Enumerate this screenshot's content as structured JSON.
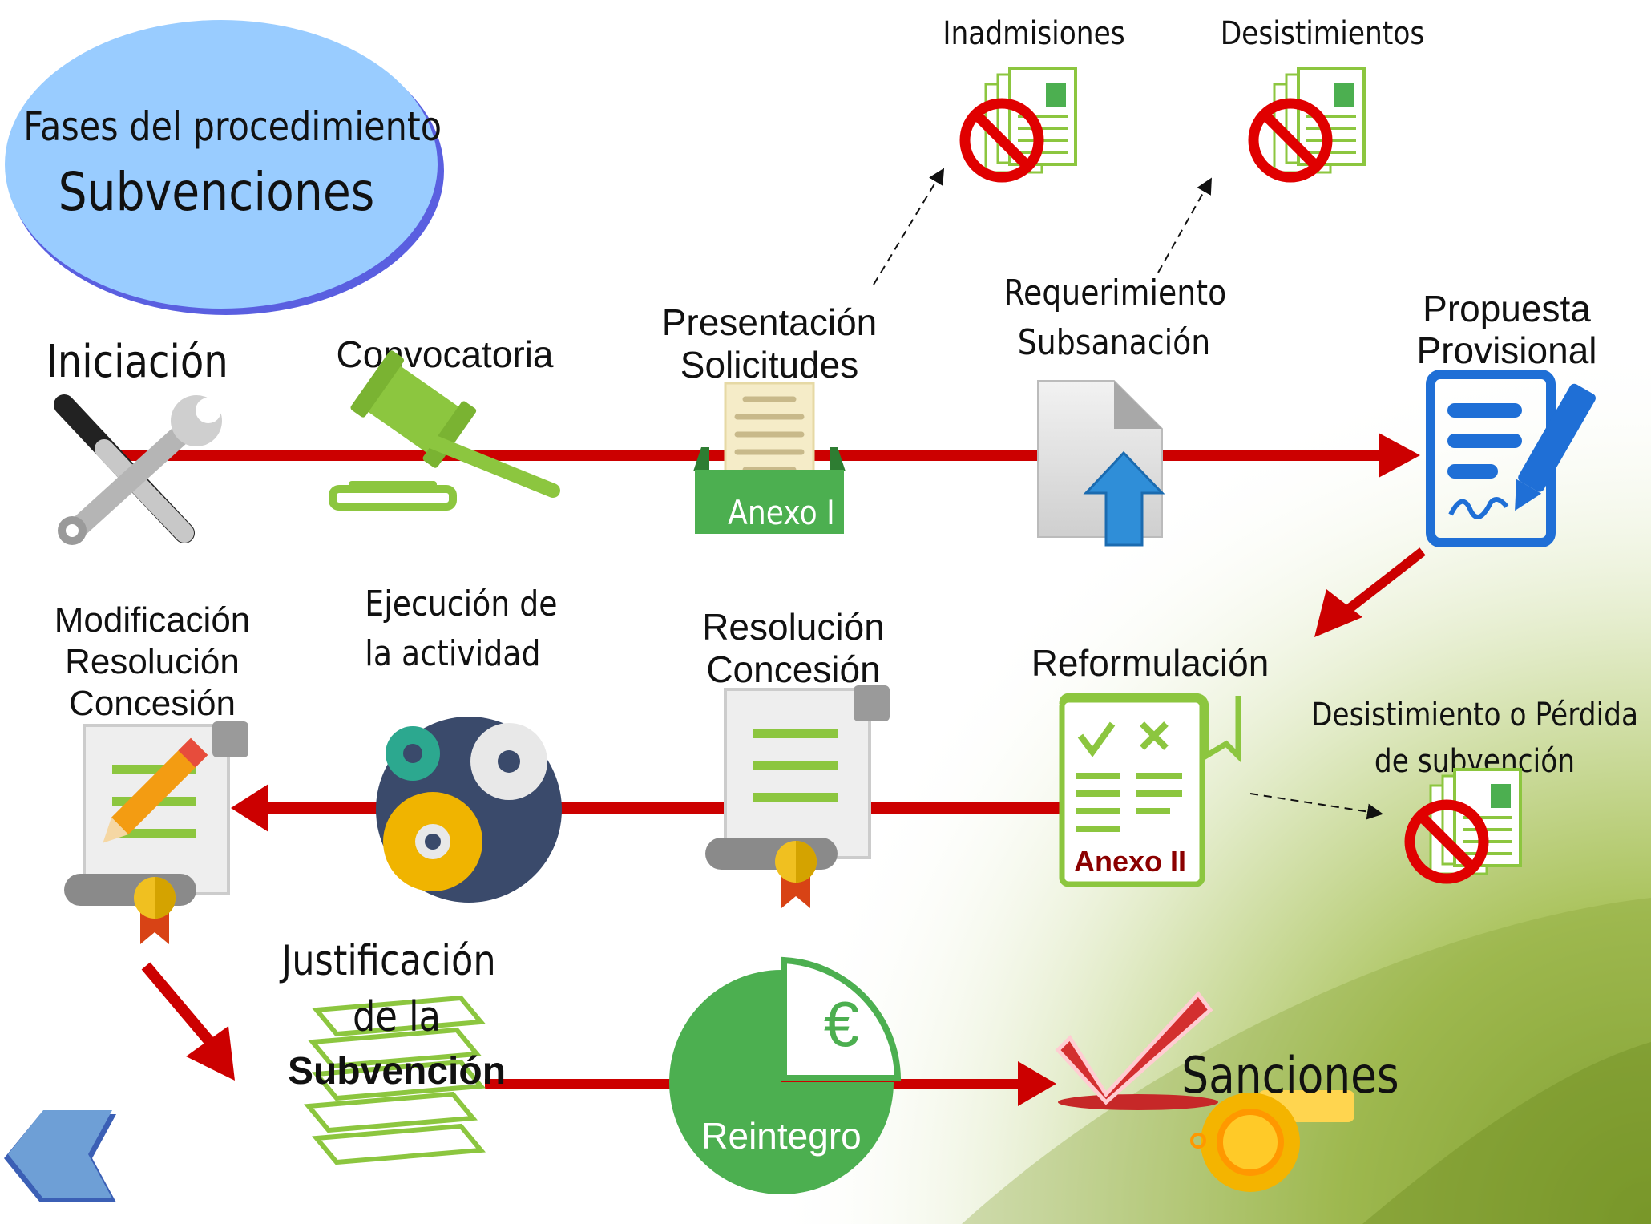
{
  "title": {
    "line1": "Fases del procedimiento",
    "line2": "Subvenciones"
  },
  "phases": {
    "iniciacion": "Iniciación",
    "convocatoria": "Convocatoria",
    "presentacion_l1": "Presentación",
    "presentacion_l2": "Solicitudes",
    "anexo1": "Anexo I",
    "requerimiento_l1": "Requerimiento",
    "requerimiento_l2": "Subsanación",
    "propuesta_l1": "Propuesta",
    "propuesta_l2": "Provisional",
    "inadmisiones": "Inadmisiones",
    "desistimientos": "Desistimientos",
    "reformulacion": "Reformulación",
    "anexo2": "Anexo II",
    "desistimiento_l1": "Desistimiento o Pérdida",
    "desistimiento_l2": "de subvención",
    "resolucion_l1": "Resolución",
    "resolucion_l2": "Concesión",
    "ejecucion_l1": "Ejecución de",
    "ejecucion_l2": "la actividad",
    "modificacion_l1": "Modificación",
    "modificacion_l2": "Resolución",
    "modificacion_l3": "Concesión",
    "justificacion_l1": "Justificación",
    "justificacion_l2": "de la",
    "justificacion_l3": "Subvención",
    "reintegro": "Reintegro",
    "euro": "€",
    "sanciones": "Sanciones"
  },
  "colors": {
    "flow_arrow": "#cc0000",
    "accent_green": "#8cc63f",
    "title_ellipse": "#99ccff",
    "doc_blue": "#1f6fd6",
    "reintegro_green": "#4caf50",
    "prohibition_red": "#e00000"
  },
  "icons": {
    "iniciacion": "tools-icon",
    "convocatoria": "gavel-icon",
    "presentacion": "inbox-document-icon",
    "requerimiento": "file-upload-icon",
    "propuesta": "signed-document-icon",
    "reformulacion": "checklist-document-icon",
    "resolucion": "certificate-scroll-icon",
    "ejecucion": "gears-icon",
    "modificacion": "edit-certificate-icon",
    "justificacion": "money-stack-icon",
    "reintegro": "euro-pie-icon",
    "sanciones": "check-whistle-icon",
    "prohibited": "prohibited-document-icon",
    "back": "back-chevron-icon"
  }
}
